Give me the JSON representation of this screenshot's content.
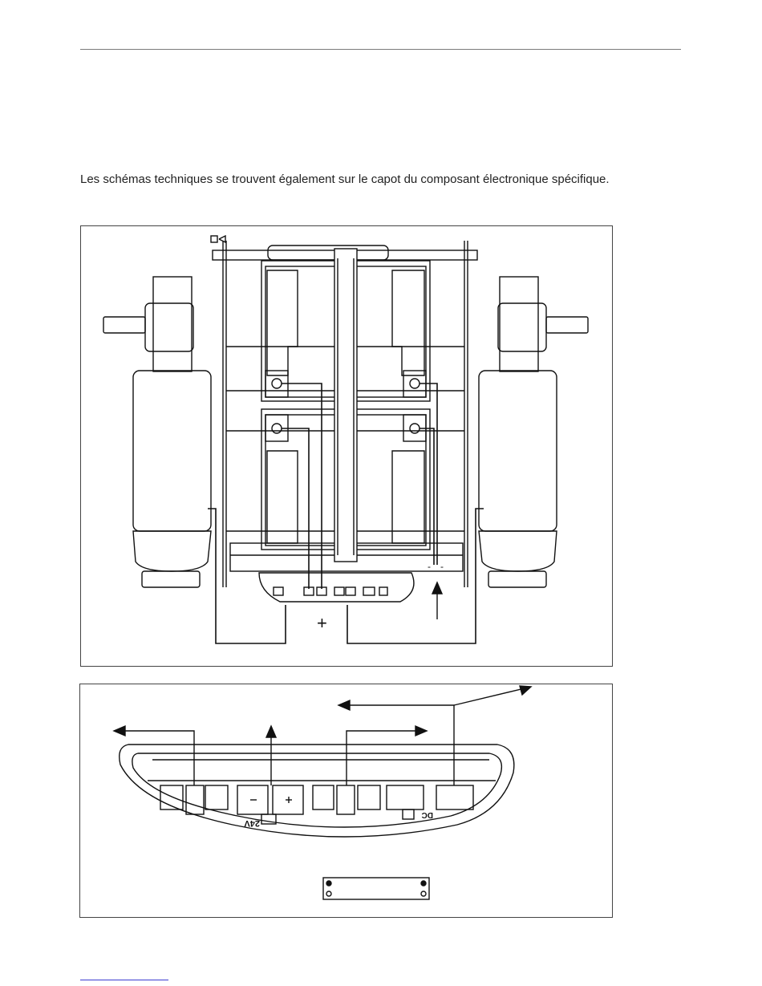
{
  "page": {
    "intro_text": "Les schémas techniques se trouvent également sur le capot du composant électronique spécifique."
  },
  "figure_top": {
    "plus_symbol": "+",
    "minus_symbol": "-"
  },
  "figure_bottom": {
    "label_24v": "24V",
    "label_dc": "DC"
  },
  "colors": {
    "line": "#111111",
    "rule": "#7a7a7a",
    "link_rule": "#3b3bd0"
  }
}
